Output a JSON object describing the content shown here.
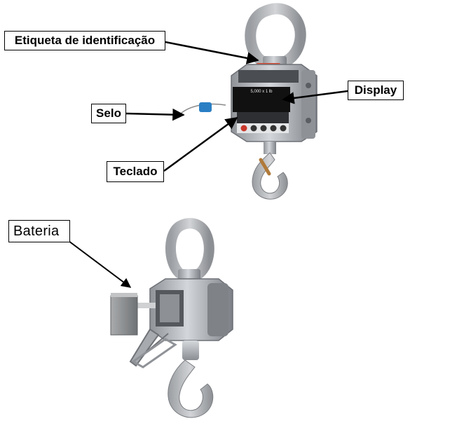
{
  "labels": {
    "etiqueta": "Etiqueta de identificação",
    "display": "Display",
    "selo": "Selo",
    "teclado": "Teclado",
    "bateria": "Bateria"
  },
  "scale_display_text": "5,000 x 1 lb",
  "colors": {
    "body_metal": "#b9bcc0",
    "body_dark": "#4a4d52",
    "display_black": "#111111",
    "seal_blue": "#2a7fc4",
    "label_red": "#d8482e",
    "leader_line": "#000000"
  }
}
